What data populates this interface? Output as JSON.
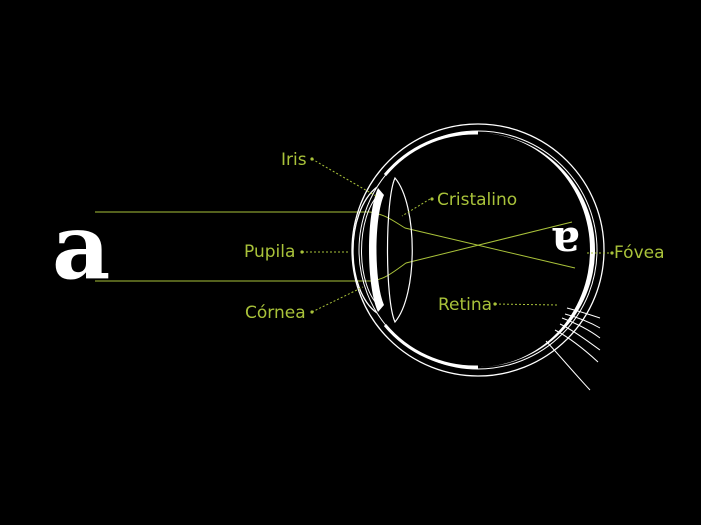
{
  "colors": {
    "background": "#000000",
    "accent": "#a9c23a",
    "outline": "#ffffff"
  },
  "object_letter": "a",
  "image_letter": "a",
  "labels": {
    "iris": "Iris",
    "cristalino": "Cristalino",
    "pupila": "Pupila",
    "fovea": "Fóvea",
    "retina": "Retina",
    "cornea": "Córnea"
  }
}
